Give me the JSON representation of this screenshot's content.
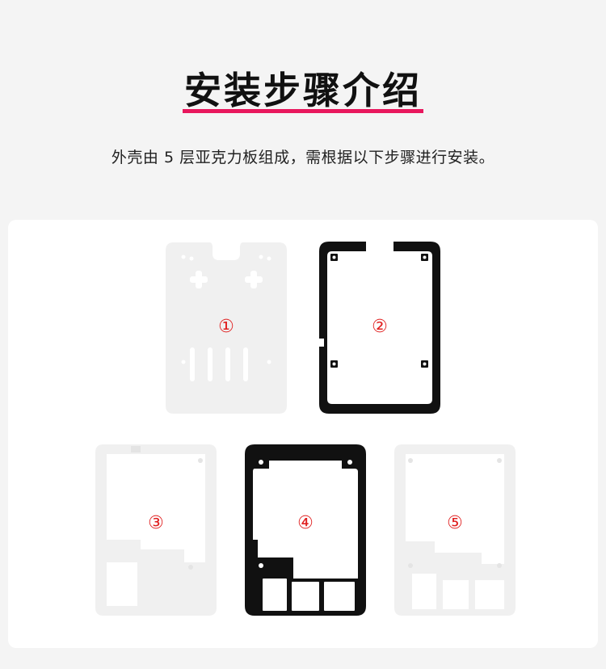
{
  "header": {
    "title": "安装步骤介绍",
    "subtitle": "外壳由 5 层亚克力板组成，需根据以下步骤进行安装。"
  },
  "colors": {
    "accent_underline": "#e8175d",
    "number_red": "#e02020",
    "acrylic_clear": "#f2f2f2",
    "acrylic_black": "#111111"
  },
  "layers": [
    {
      "label": "①",
      "material": "clear"
    },
    {
      "label": "②",
      "material": "black"
    },
    {
      "label": "③",
      "material": "clear"
    },
    {
      "label": "④",
      "material": "black"
    },
    {
      "label": "⑤",
      "material": "clear"
    }
  ]
}
